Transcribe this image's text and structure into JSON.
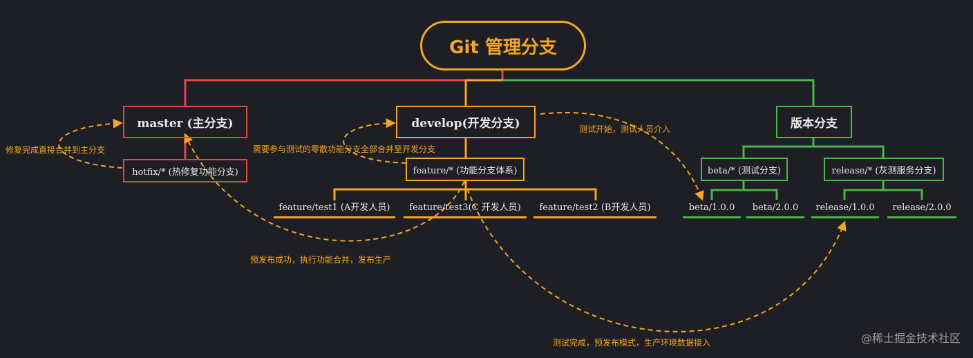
{
  "title": "Git 管理分支",
  "branches": {
    "master": "master (主分支)",
    "hotfix": "hotfix/* (热修复功能分支)",
    "develop": "develop(开发分支)",
    "feature": "feature/* (功能分支体系)",
    "feature_test1": "feature/test1 (A开发人员)",
    "feature_test3": "feature/test3(C 开发人员)",
    "feature_test2": "feature/test2 (B开发人员)",
    "version": "版本分支",
    "beta": "beta/* (测试分支)",
    "release": "release/* (灰测服务分支)",
    "beta_100": "beta/1.0.0",
    "beta_200": "beta/2.0.0",
    "release_100": "release/1.0.0",
    "release_200": "release/2.0.0"
  },
  "annotations": {
    "hotfix_merge": "修复完成直接合并到主分支",
    "feature_merge": "需要参与测试的零散功能分支全部合并至开发分支",
    "test_start": "测试开始，测试人员介入",
    "prerelease_success": "预发布成功，执行功能合并，发布生产",
    "test_complete": "测试完成，预发布模式，生产环境数据接入"
  },
  "colors": {
    "background": "#1e1f25",
    "red": "#e04848",
    "orange": "#f5a623",
    "green": "#4ab54a",
    "text": "#e8e8e8"
  },
  "watermark": "@稀土掘金技术社区"
}
